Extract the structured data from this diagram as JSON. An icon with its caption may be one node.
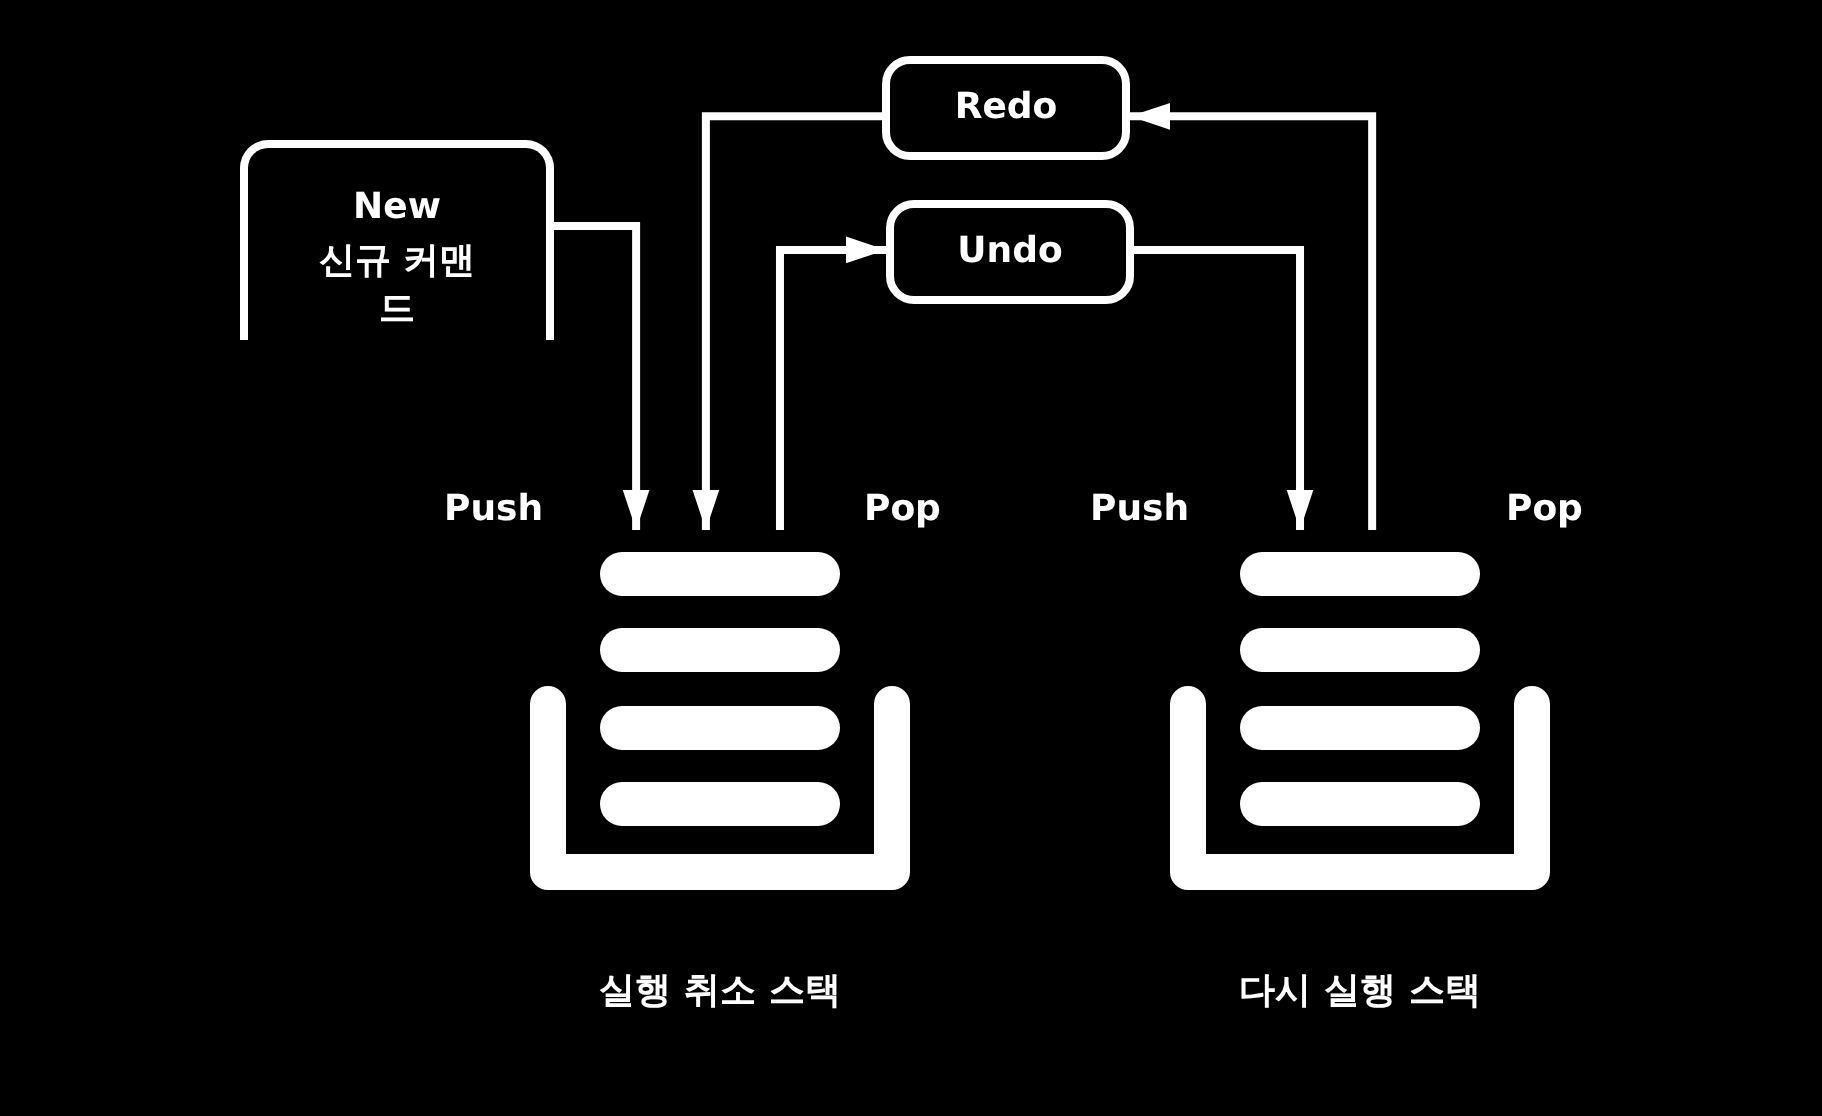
{
  "diagram": {
    "nodes": [
      {
        "text": [
          "New",
          "신규 커맨드"
        ]
      },
      {
        "text": [
          "Redo"
        ]
      },
      {
        "text": [
          "Undo"
        ]
      },
      {
        "text": [
          "실행 취소 스택"
        ]
      },
      {
        "text": [
          "다시 실행 스택"
        ]
      }
    ],
    "edges": [
      {
        "from": 0,
        "to": 3,
        "arrow": "to"
      },
      {
        "from": 1,
        "to": 3,
        "arrow": "to"
      },
      {
        "from": 3,
        "to": 2,
        "arrow": "to"
      },
      {
        "from": 2,
        "to": 4,
        "arrow": "to"
      },
      {
        "from": 4,
        "to": 1,
        "arrow": "to"
      }
    ],
    "labels": [
      "Push",
      "Pop",
      "Push",
      "Pop"
    ]
  }
}
